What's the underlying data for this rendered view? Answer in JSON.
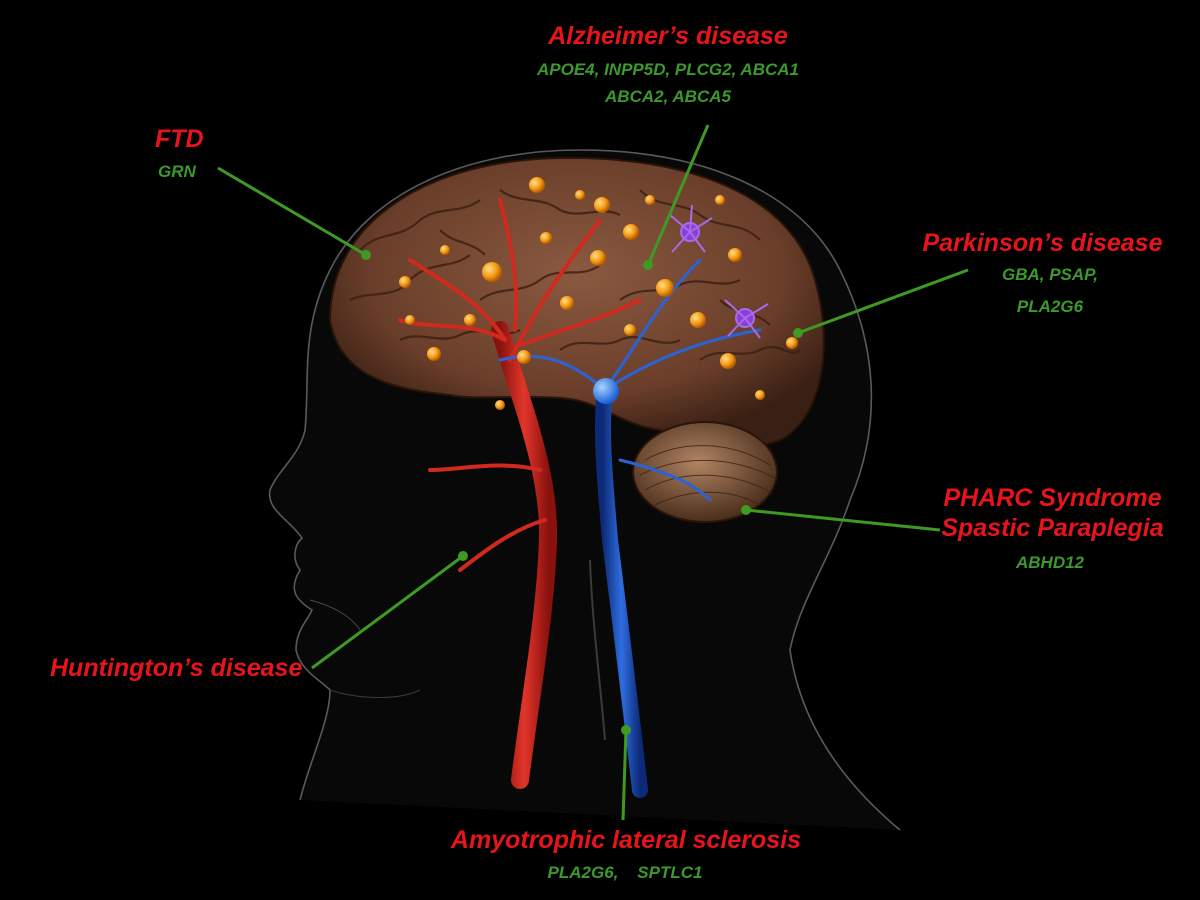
{
  "colors": {
    "disease": "#e8141c",
    "gene": "#3c9a2c",
    "leader": "#3f9a22",
    "background": "#000000",
    "artery": "#c8241c",
    "vein": "#1d57c8",
    "cortex": "#7a4a32",
    "neuron_glow": "#f5a21a"
  },
  "labels": {
    "alzheimers": {
      "name": "Alzheimer’s disease",
      "genes_line1": "APOE4, INPP5D, PLCG2, ABCA1",
      "genes_line2": "ABCA2, ABCA5"
    },
    "ftd": {
      "name": "FTD",
      "genes": "GRN"
    },
    "parkinsons": {
      "name": "Parkinson’s disease",
      "genes_line1": "GBA, PSAP,",
      "genes_line2": "PLA2G6"
    },
    "pharc": {
      "name_line1": "PHARC Syndrome",
      "name_line2": "Spastic Paraplegia",
      "genes": "ABHD12"
    },
    "huntingtons": {
      "name": "Huntington’s disease"
    },
    "als": {
      "name": "Amyotrophic lateral sclerosis",
      "genes": "PLA2G6,    SPTLC1"
    }
  }
}
